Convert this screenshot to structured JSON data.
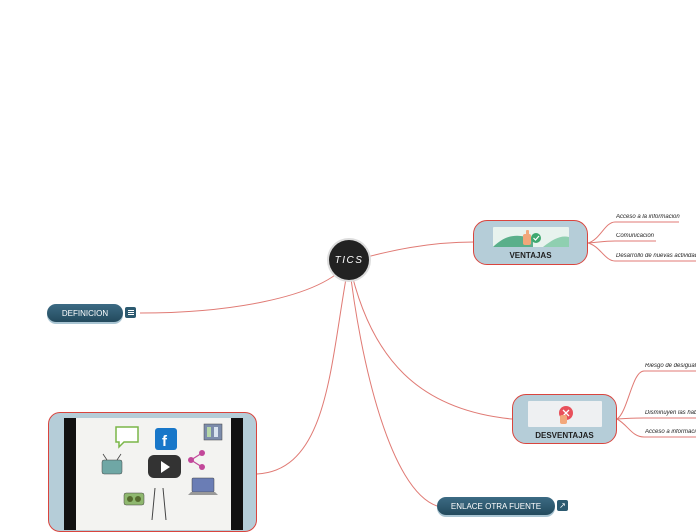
{
  "center_topic": "TICS",
  "definicion": {
    "label": "DEFINICION"
  },
  "ventajas": {
    "label": "VENTAJAS",
    "items": [
      "Acceso a la informacion",
      "Comunicación",
      "Desarrollo de nuevas actividades"
    ]
  },
  "desventajas": {
    "label": "DESVENTAJAS",
    "items": [
      "Riesgo de desigualdad",
      "Disminuyen las habilidades",
      "Acceso a informacion falsa"
    ]
  },
  "enlace": {
    "label": "ENLACE OTRA FUENTE"
  },
  "colors": {
    "accent": "#d9453e",
    "node": "#2c5a70",
    "card": "#b5cdd8",
    "center": "#222222"
  }
}
